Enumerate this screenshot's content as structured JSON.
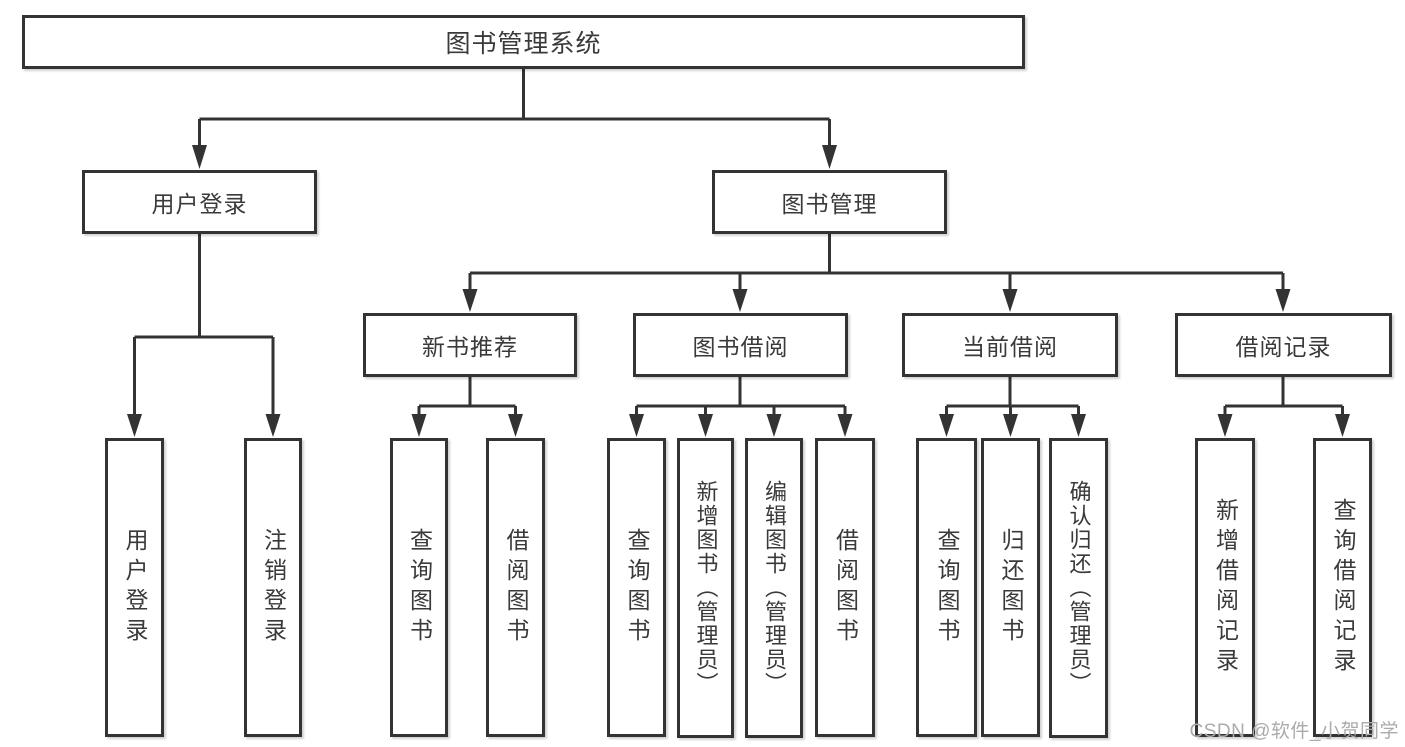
{
  "diagram": {
    "tree": {
      "label": "图书管理系统",
      "children": [
        {
          "label": "用户登录",
          "children": [
            {
              "label": "用户登录"
            },
            {
              "label": "注销登录"
            }
          ]
        },
        {
          "label": "图书管理",
          "children": [
            {
              "label": "新书推荐",
              "children": [
                {
                  "label": "查询图书"
                },
                {
                  "label": "借阅图书"
                }
              ]
            },
            {
              "label": "图书借阅",
              "children": [
                {
                  "label": "查询图书"
                },
                {
                  "label": "新增图书（管理员）"
                },
                {
                  "label": "编辑图书（管理员）"
                },
                {
                  "label": "借阅图书"
                }
              ]
            },
            {
              "label": "当前借阅",
              "children": [
                {
                  "label": "查询图书"
                },
                {
                  "label": "归还图书"
                },
                {
                  "label": "确认归还（管理员）"
                }
              ]
            },
            {
              "label": "借阅记录",
              "children": [
                {
                  "label": "新增借阅记录"
                },
                {
                  "label": "查询借阅记录"
                }
              ]
            }
          ]
        }
      ]
    }
  },
  "watermark": {
    "text": "CSDN @软件_小贺同学"
  },
  "colors": {
    "line": "#333333",
    "text": "#3a3a3a",
    "watermark": "#ababab",
    "background": "#ffffff"
  }
}
